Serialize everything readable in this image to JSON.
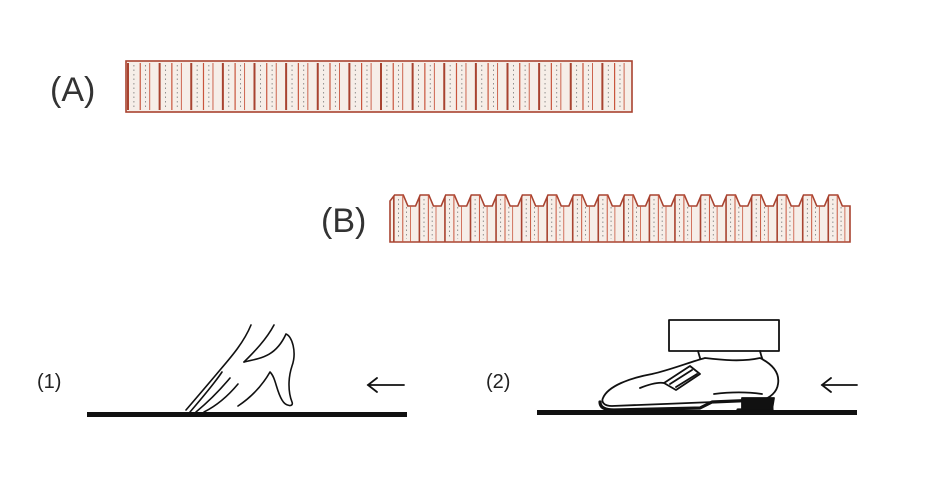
{
  "labels": {
    "a": "(A)",
    "b": "(B)",
    "p1": "(1)",
    "p2": "(2)"
  },
  "colors": {
    "stripe": "#c8553d",
    "stripe_dark": "#a84330",
    "ink": "#111111",
    "fill": "#f6eee8",
    "label": "#333333"
  },
  "strip_a": {
    "segment_count": 16
  },
  "strip_b": {
    "tooth_count": 18
  },
  "panel_1": {
    "arrow_icon": "left-arrow-icon",
    "subject_icon": "finger-icon"
  },
  "panel_2": {
    "arrow_icon": "left-arrow-icon",
    "subject_icon": "shoe-icon"
  }
}
